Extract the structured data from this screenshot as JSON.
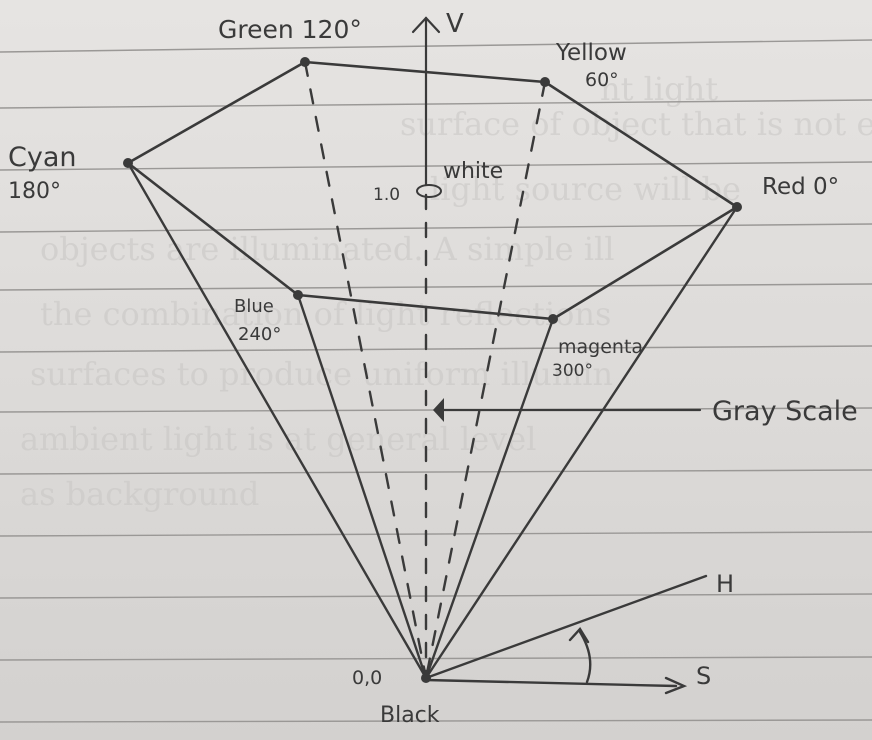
{
  "labels": {
    "green": "Green 120°",
    "yellow": "Yellow",
    "yellow_angle": "60°",
    "cyan": "Cyan",
    "cyan_angle": "180°",
    "white": "white",
    "white_value": "1.0",
    "red": "Red 0°",
    "blue": "Blue",
    "blue_angle": "240°",
    "magenta": "magenta",
    "magenta_angle": "300°",
    "gray_scale": "Gray Scale",
    "v_axis": "V",
    "h_axis": "H",
    "s_axis": "S",
    "origin": "0,0",
    "black": "Black"
  },
  "show_through_text": [
    "nt light",
    "surface of object that is not exp",
    "light source will be",
    "objects are illuminated. A simple ill",
    "the combination of light reflections",
    "surfaces to produce uniform illumin",
    "ambient light is at general level",
    "as background"
  ],
  "colors": {
    "ink": "#3a3a3a",
    "rule_line": "#9a9896",
    "paper": "#e3e1df"
  }
}
